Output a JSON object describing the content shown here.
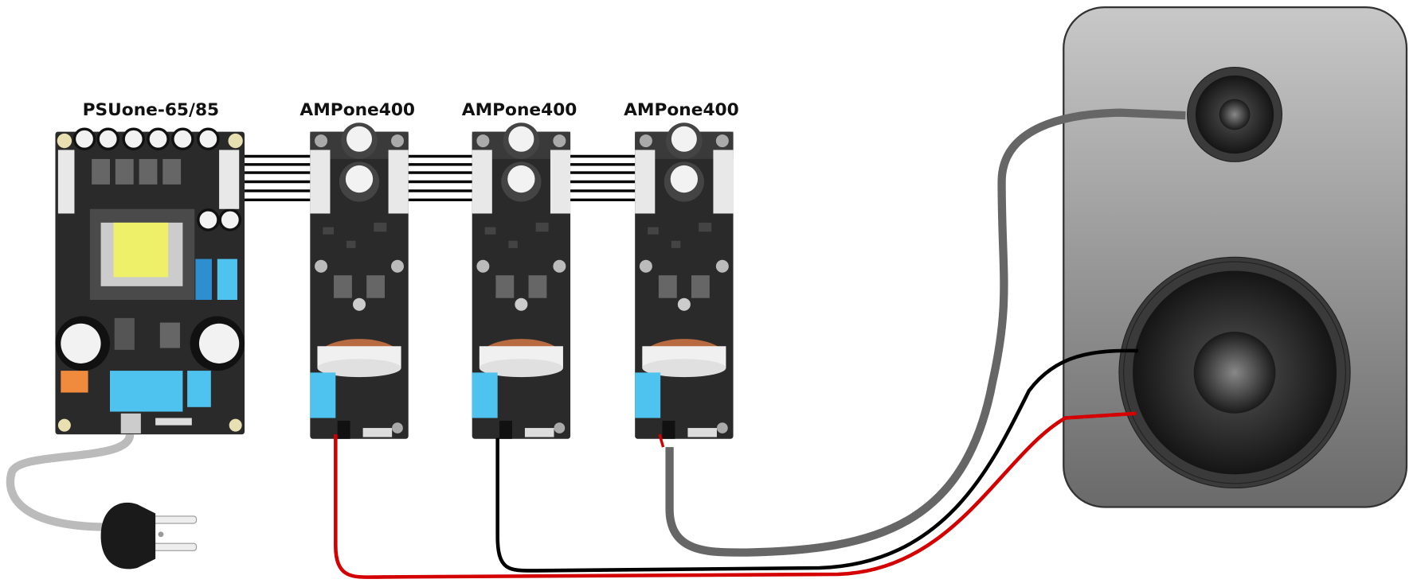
{
  "labels": {
    "psu": "PSUone-65/85",
    "amp1": "AMPone400",
    "amp2": "AMPone400",
    "amp3": "AMPone400"
  },
  "components": [
    {
      "id": "psu",
      "type": "power-supply-board"
    },
    {
      "id": "amp1",
      "type": "amplifier-board"
    },
    {
      "id": "amp2",
      "type": "amplifier-board"
    },
    {
      "id": "amp3",
      "type": "amplifier-board"
    },
    {
      "id": "speaker",
      "type": "speaker-cabinet",
      "drivers": [
        "tweeter",
        "woofer"
      ]
    },
    {
      "id": "plug",
      "type": "mains-plug"
    }
  ],
  "colors": {
    "pcb": "#2a2a2a",
    "wire_red": "#d40000",
    "wire_black": "#000000",
    "wire_grey": "#666666",
    "mains_cable": "#bbbbbb",
    "capacitor_blue": "#4fc3f0",
    "transformer_yellow": "#eef06a",
    "relay_orange": "#f08a3c"
  }
}
